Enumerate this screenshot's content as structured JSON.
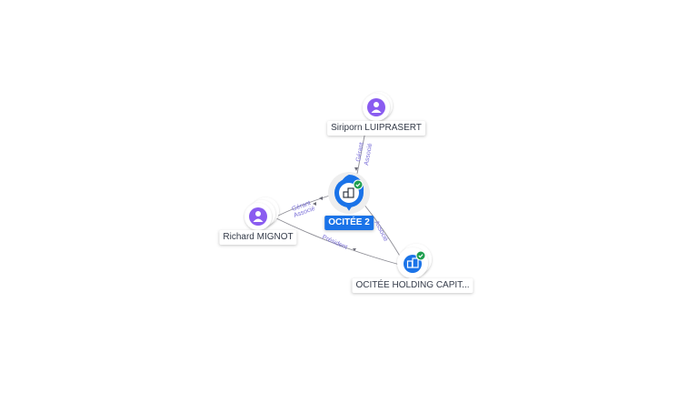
{
  "graph": {
    "colors": {
      "person_accent": "#8a5cf0",
      "company_accent": "#1a73e8",
      "verified": "#1e9e4f",
      "edge": "#8c8c94",
      "edge_label": "#7a6fd8"
    },
    "nodes": {
      "center": {
        "label": "OCITÉE 2",
        "type": "company",
        "icon": "building-icon",
        "verified": true
      },
      "top": {
        "label": "Siriporn LUIPRASERT",
        "type": "person",
        "icon": "person-icon"
      },
      "left": {
        "label": "Richard MIGNOT",
        "type": "person",
        "icon": "person-icon"
      },
      "bottom_right": {
        "label": "OCITÉE HOLDING CAPIT...",
        "type": "company",
        "icon": "building-icon",
        "verified": true
      }
    },
    "edges": {
      "top_center": [
        "Gérant",
        "Associé"
      ],
      "left_center": [
        "Gérant",
        "Associé"
      ],
      "left_bottom_right": [
        "Président"
      ],
      "center_bottom_right": [
        "Associé"
      ]
    }
  }
}
